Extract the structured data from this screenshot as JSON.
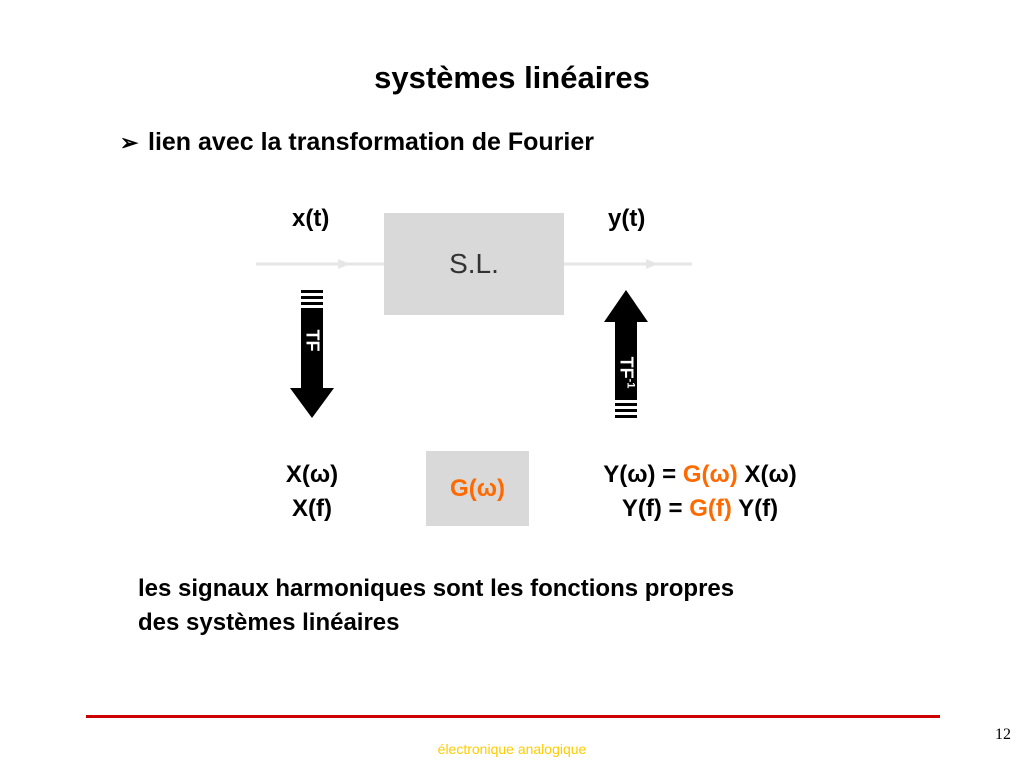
{
  "slide": {
    "title": "systèmes linéaires",
    "bullet": "lien avec la transformation de Fourier",
    "bullet_mark": "➢",
    "page_number": "12",
    "footer": "électronique analogique"
  },
  "diagram": {
    "input_label": "x(t)",
    "output_label": "y(t)",
    "system_label": "S.L.",
    "forward_transform": "TF",
    "inverse_transform": "TF",
    "inverse_exponent": "-1",
    "input_spectrum": [
      "X(ω)",
      "X(f)"
    ],
    "transfer": "G(ω)",
    "output_omega": {
      "lhs": "Y(ω) = ",
      "g": "G(ω)",
      "rhs": " X(ω)"
    },
    "output_f": {
      "lhs": "Y(f) = ",
      "g": "G(f)",
      "rhs": " Y(f)"
    }
  },
  "statement": {
    "line1": "les signaux harmoniques sont les fonctions propres",
    "line2": "des systèmes linéaires"
  },
  "colors": {
    "accent": "#ff6a00",
    "footer_rule": "#cc0000",
    "footer_text": "#ffcc00",
    "box_fill": "#d9d9d9",
    "signal_line": "#e6e6e6"
  }
}
